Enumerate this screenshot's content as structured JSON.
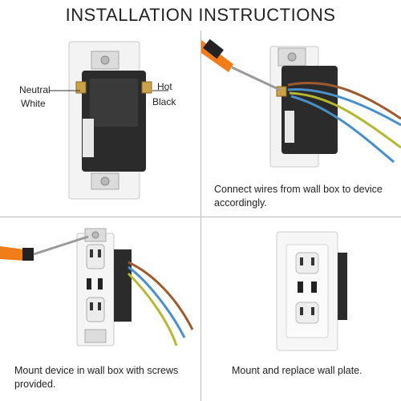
{
  "title": "INSTALLATION INSTRUCTIONS",
  "steps": [
    {
      "labels": {
        "neutral": "Neutral",
        "white": "White",
        "hot": "Hot",
        "black": "Black"
      }
    },
    {
      "caption_line1": "Connect wires from wall box to device",
      "caption_line2": "accordingly."
    },
    {
      "caption_line1": "Mount device in wall box with screws",
      "caption_line2": "provided."
    },
    {
      "caption_line1": "Mount and replace wall plate."
    }
  ],
  "colors": {
    "plate": "#f2f2f2",
    "device_body": "#2b2b2b",
    "screw_brass": "#c9a24a",
    "wire_blue": "#4a90c8",
    "wire_brown": "#9c5a2e",
    "wire_green_yellow": "#b5b832",
    "screwdriver_handle": "#f07d1a",
    "divider": "#bdbdbd"
  }
}
